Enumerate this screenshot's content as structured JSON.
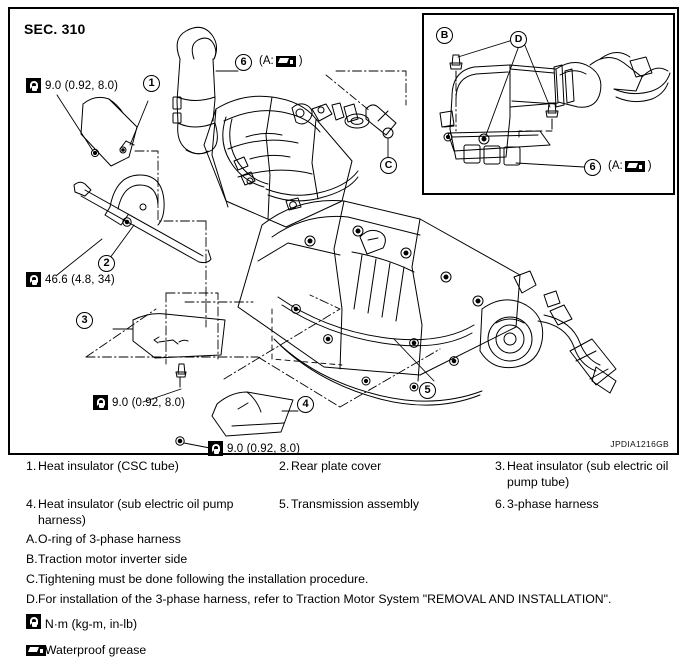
{
  "figure": {
    "section_label": "SEC. 310",
    "drawing_number": "JPDIA1216GB"
  },
  "callouts": {
    "c1": "1",
    "c2": "2",
    "c3": "3",
    "c4": "4",
    "c5": "5",
    "c6_main": "6",
    "c6_inset": "6",
    "cC": "C",
    "cB": "B",
    "cD": "D"
  },
  "torque_specs": [
    {
      "id": "torque-top-left",
      "value": "9.0 (0.92, 8.0)"
    },
    {
      "id": "torque-mid-left",
      "value": "46.6 (4.8, 34)"
    },
    {
      "id": "torque-lower-left",
      "value": "9.0 (0.92, 8.0)"
    },
    {
      "id": "torque-bottom",
      "value": "9.0 (0.92, 8.0)"
    }
  ],
  "grease_notes": {
    "main": {
      "open": "(A:",
      "close": ")"
    },
    "inset": {
      "open": "(A:",
      "close": ")"
    }
  },
  "legend": {
    "numbered": [
      {
        "num": "1.",
        "text": "Heat insulator (CSC tube)"
      },
      {
        "num": "2.",
        "text": "Rear plate cover"
      },
      {
        "num": "3.",
        "text": "Heat insulator (sub electric oil pump tube)"
      },
      {
        "num": "4.",
        "text": "Heat insulator (sub electric oil pump harness)"
      },
      {
        "num": "5.",
        "text": "Transmission assembly"
      },
      {
        "num": "6.",
        "text": "3-phase harness"
      }
    ],
    "lettered": [
      {
        "num": "A.",
        "text": "O-ring of 3-phase harness"
      },
      {
        "num": "B.",
        "text": "Traction motor inverter side"
      },
      {
        "num": "C.",
        "text": "Tightening must be done following the installation procedure."
      },
      {
        "num": "D.",
        "text": "For installation of the 3-phase harness, refer to Traction Motor System \"REMOVAL AND INSTALLATION\"."
      }
    ],
    "symbols": [
      {
        "icon": "torque-wrench-icon",
        "text": ": N·m (kg-m, in-lb)"
      },
      {
        "icon": "grease-icon",
        "text": ": Waterproof grease"
      }
    ]
  }
}
